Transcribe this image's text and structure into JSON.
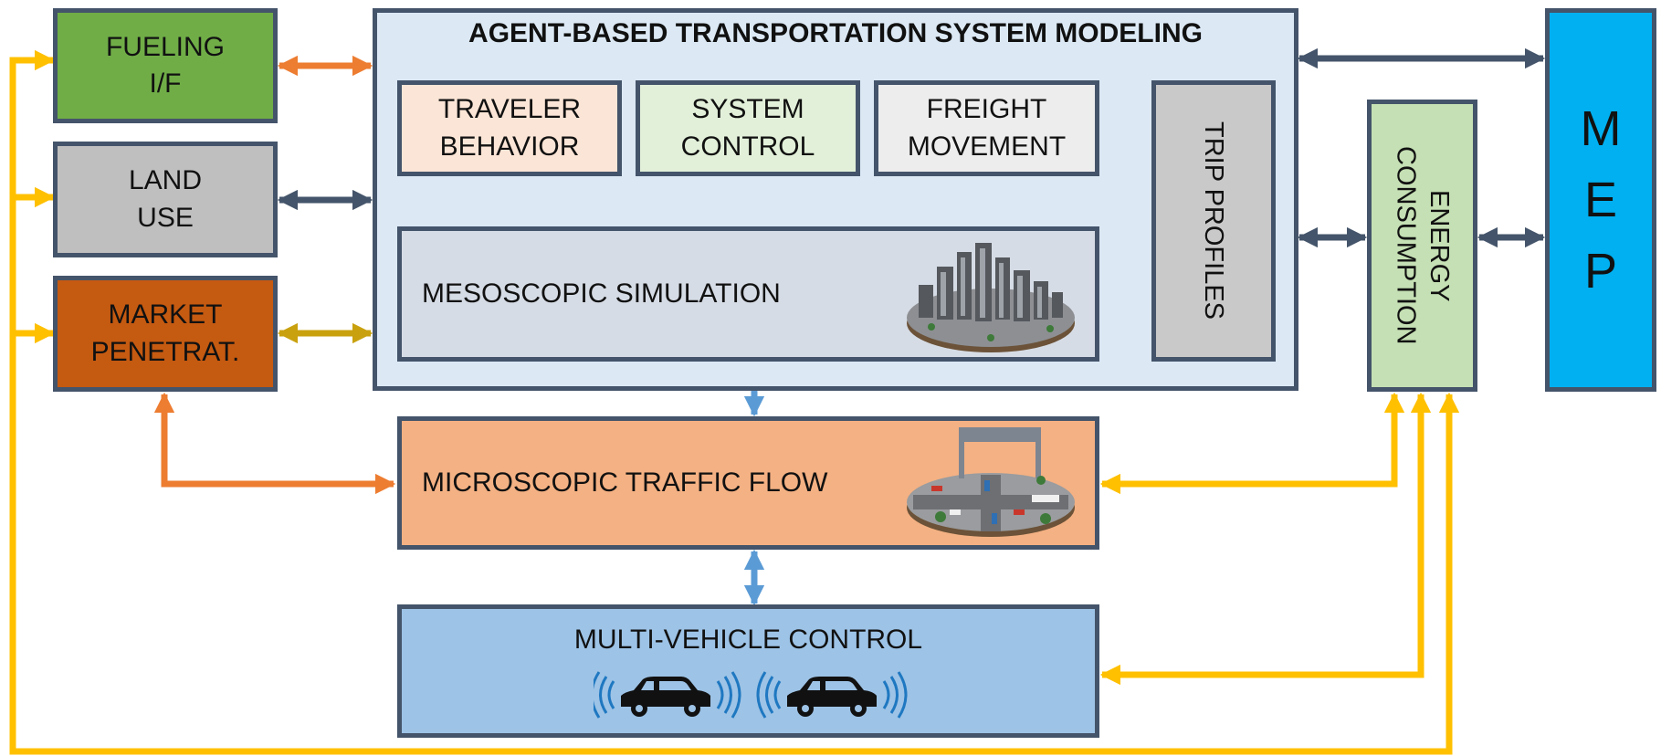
{
  "left_boxes": {
    "fueling": "FUELING\nI/F",
    "land_use": "LAND\nUSE",
    "market": "MARKET\nPENETRAT."
  },
  "abm": {
    "title": "AGENT-BASED TRANSPORTATION SYSTEM MODELING",
    "traveler": "TRAVELER\nBEHAVIOR",
    "system_control": "SYSTEM\nCONTROL",
    "freight": "FREIGHT\nMOVEMENT",
    "meso": "MESOSCOPIC SIMULATION",
    "trip_profiles": "TRIP PROFILES"
  },
  "micro": "MICROSCOPIC TRAFFIC FLOW",
  "multi_vehicle": "MULTI-VEHICLE CONTROL",
  "energy": "ENERGY\nCONSUMPTION",
  "mep": "M\nE\nP",
  "colors": {
    "fueling": "#70ad47",
    "land_use": "#bfbfbf",
    "market": "#c55a11",
    "abm_bg": "#dce9f5",
    "traveler": "#fbe5d6",
    "system_control": "#e2f0d9",
    "freight": "#ededed",
    "meso": "#d6dce5",
    "trip_profiles": "#c9c9c9",
    "micro": "#f4b183",
    "multi_vehicle": "#9dc3e6",
    "energy": "#c5e0b4",
    "mep": "#00b0f0",
    "border": "#44546a",
    "arrow_yellow": "#ffc000",
    "arrow_orange": "#ed7d31",
    "arrow_olive": "#c9a10e",
    "arrow_blue": "#5b9bd5",
    "arrow_dark": "#44546a"
  }
}
